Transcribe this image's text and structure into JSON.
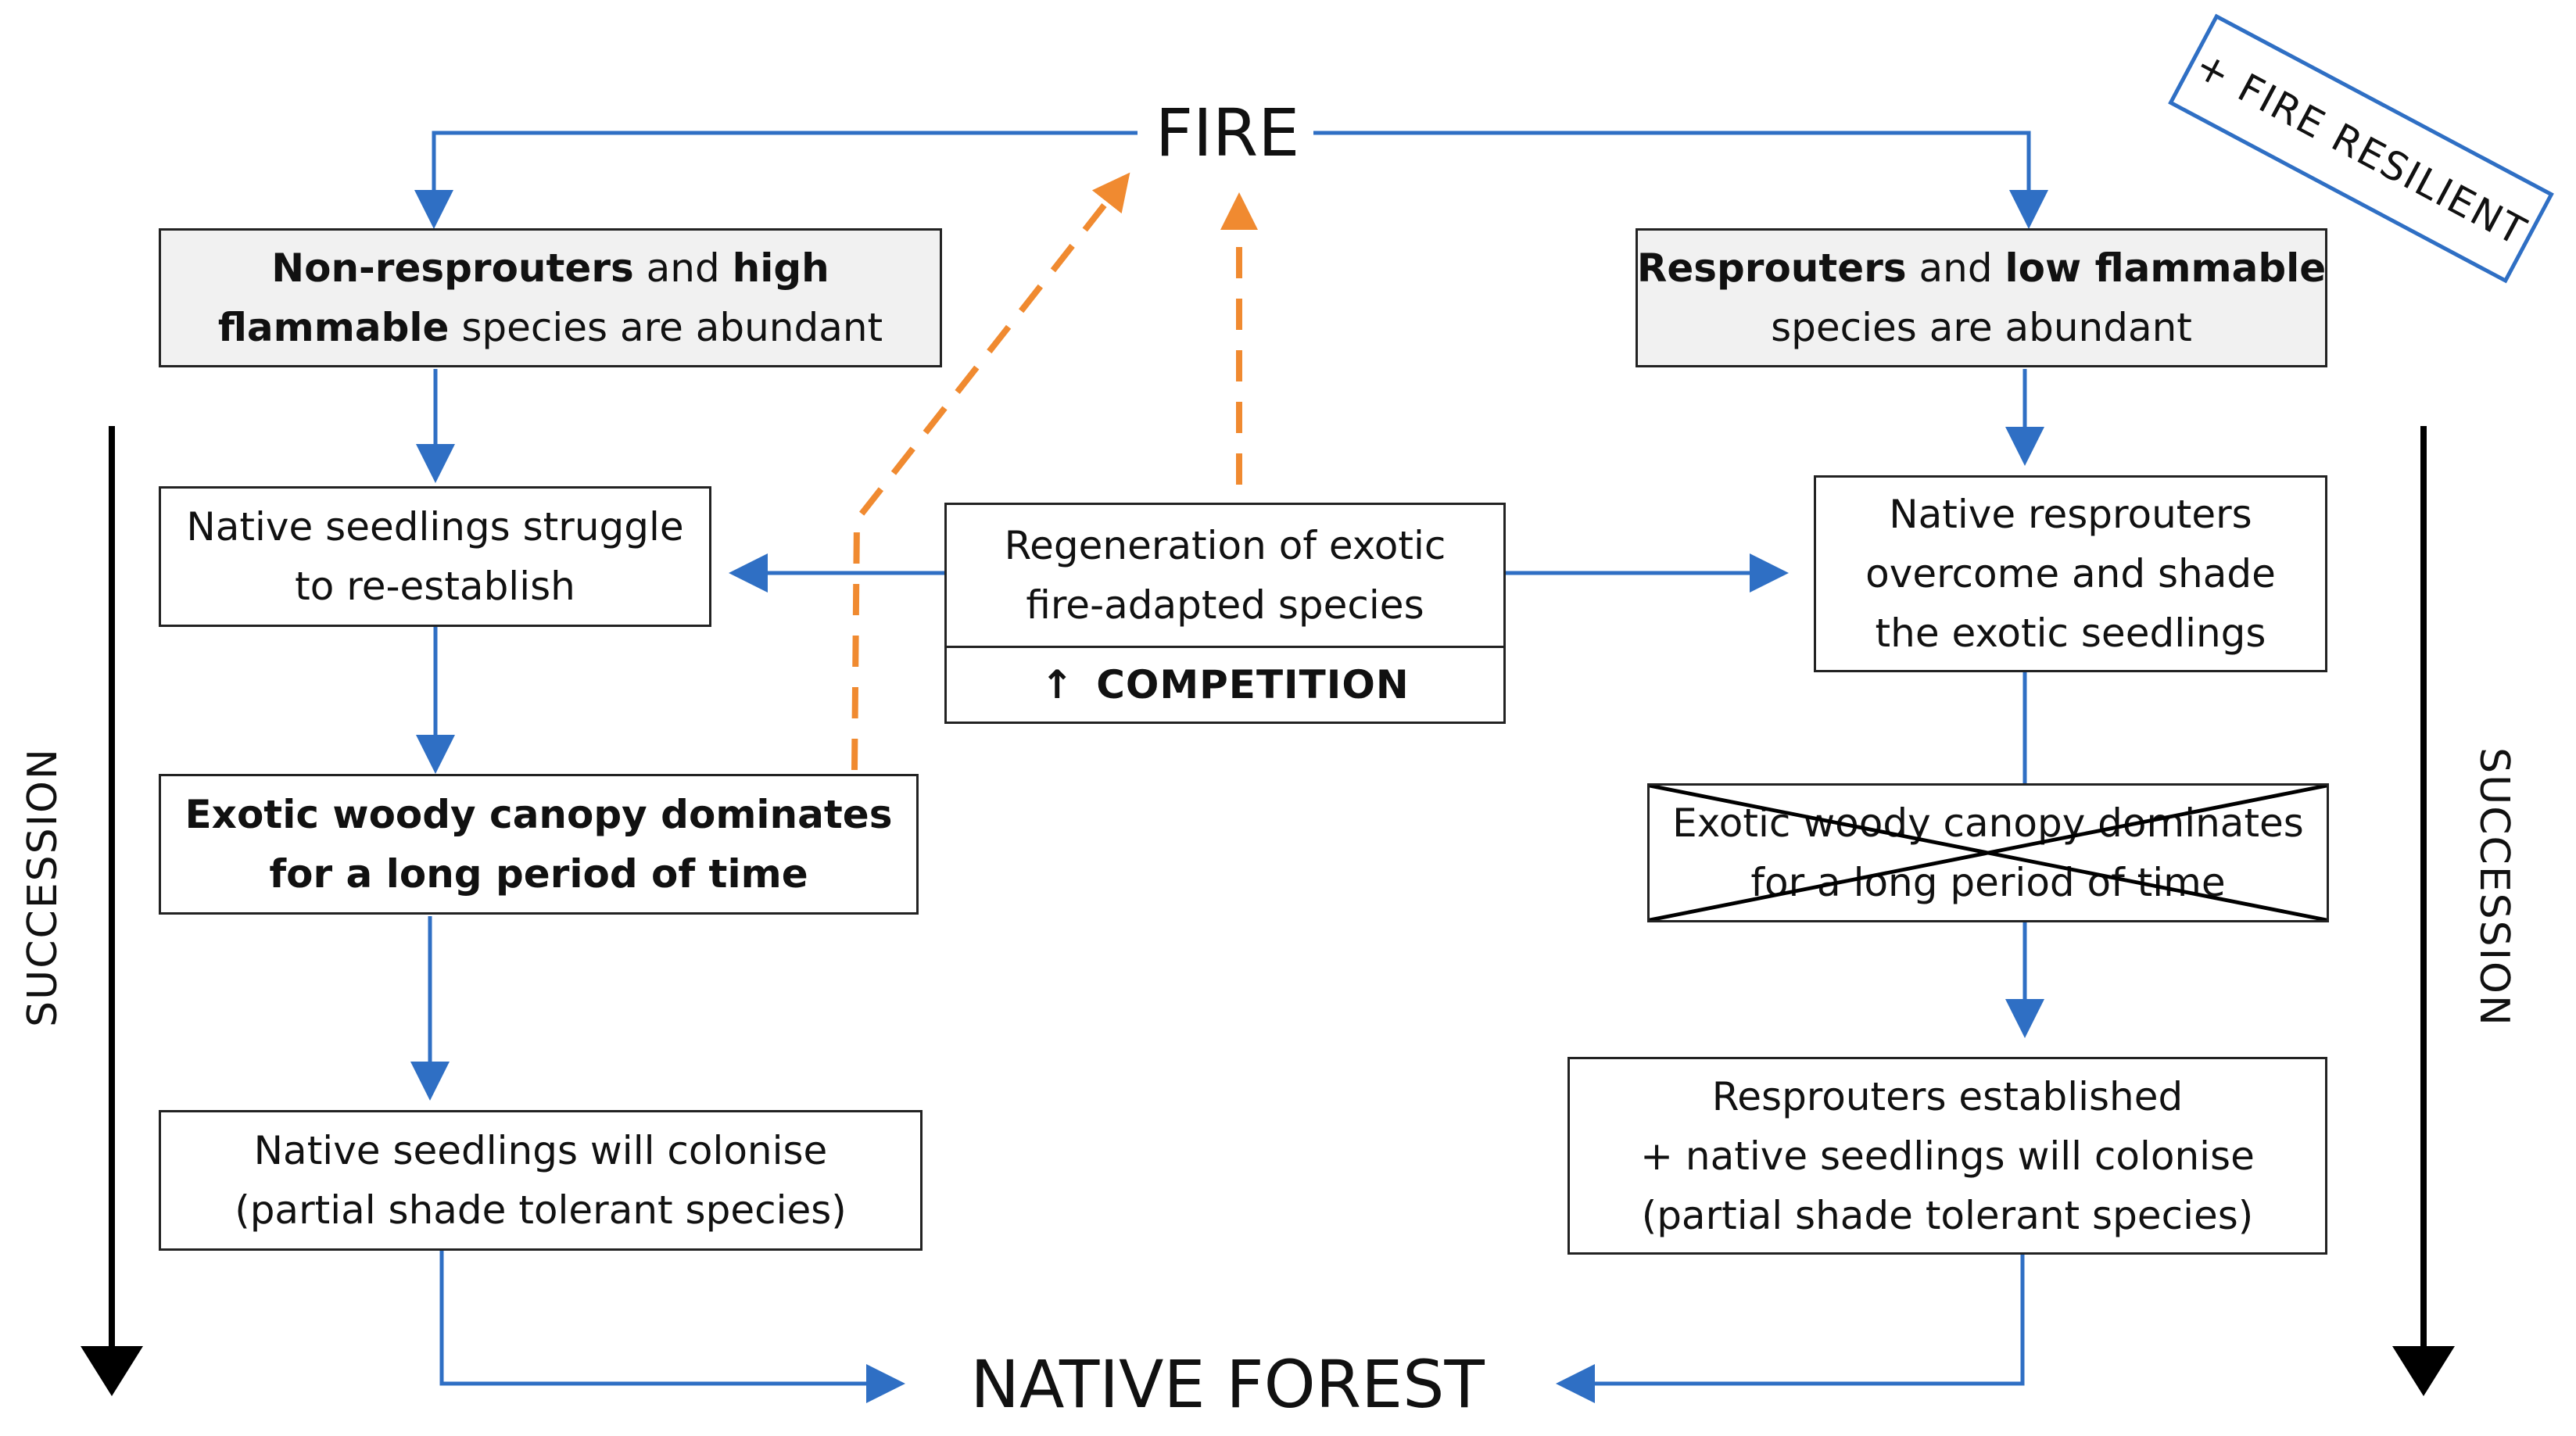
{
  "fire_title": "FIRE",
  "native_forest_title": "NATIVE FOREST",
  "fire_resilient_stamp": "+ FIRE RESILIENT",
  "succession_left": "SUCCESSION",
  "succession_right": "SUCCESSION",
  "left": {
    "top_box": {
      "l1_b1": "Non-resprouters",
      "l1_t1": " and ",
      "l1_b2": "high",
      "l2_b1": "flammable",
      "l2_t1": " species are abundant"
    },
    "struggle_box": {
      "l1": "Native seedlings struggle",
      "l2": "to re-establish"
    },
    "canopy_box": {
      "l1": "Exotic woody canopy dominates",
      "l2": "for a long period of time"
    },
    "colonise_box": {
      "l1": "Native seedlings will colonise",
      "l2": "(partial shade tolerant species)"
    }
  },
  "center": {
    "regen_box": {
      "l1": "Regeneration of exotic",
      "l2": "fire-adapted species"
    },
    "competition_arrow": "↑",
    "competition_label": "COMPETITION"
  },
  "right": {
    "top_box": {
      "l1_b1": "Resprouters",
      "l1_t1": " and ",
      "l1_b2": "low flammable",
      "l2_t1": "species are abundant"
    },
    "overcome_box": {
      "l1": "Native resprouters",
      "l2": "overcome and shade",
      "l3": "the exotic seedlings"
    },
    "crossed_box": {
      "l1": "Exotic woody canopy dominates",
      "l2": "for a long period of time"
    },
    "established_box": {
      "l1": "Resprouters established",
      "l2": "+ native seedlings will colonise",
      "l3": "(partial shade tolerant species)"
    }
  },
  "colors": {
    "flow_arrow": "#2f6fc4",
    "fire_feedback_arrow": "#f08a30",
    "succession_arrow": "#000000"
  }
}
